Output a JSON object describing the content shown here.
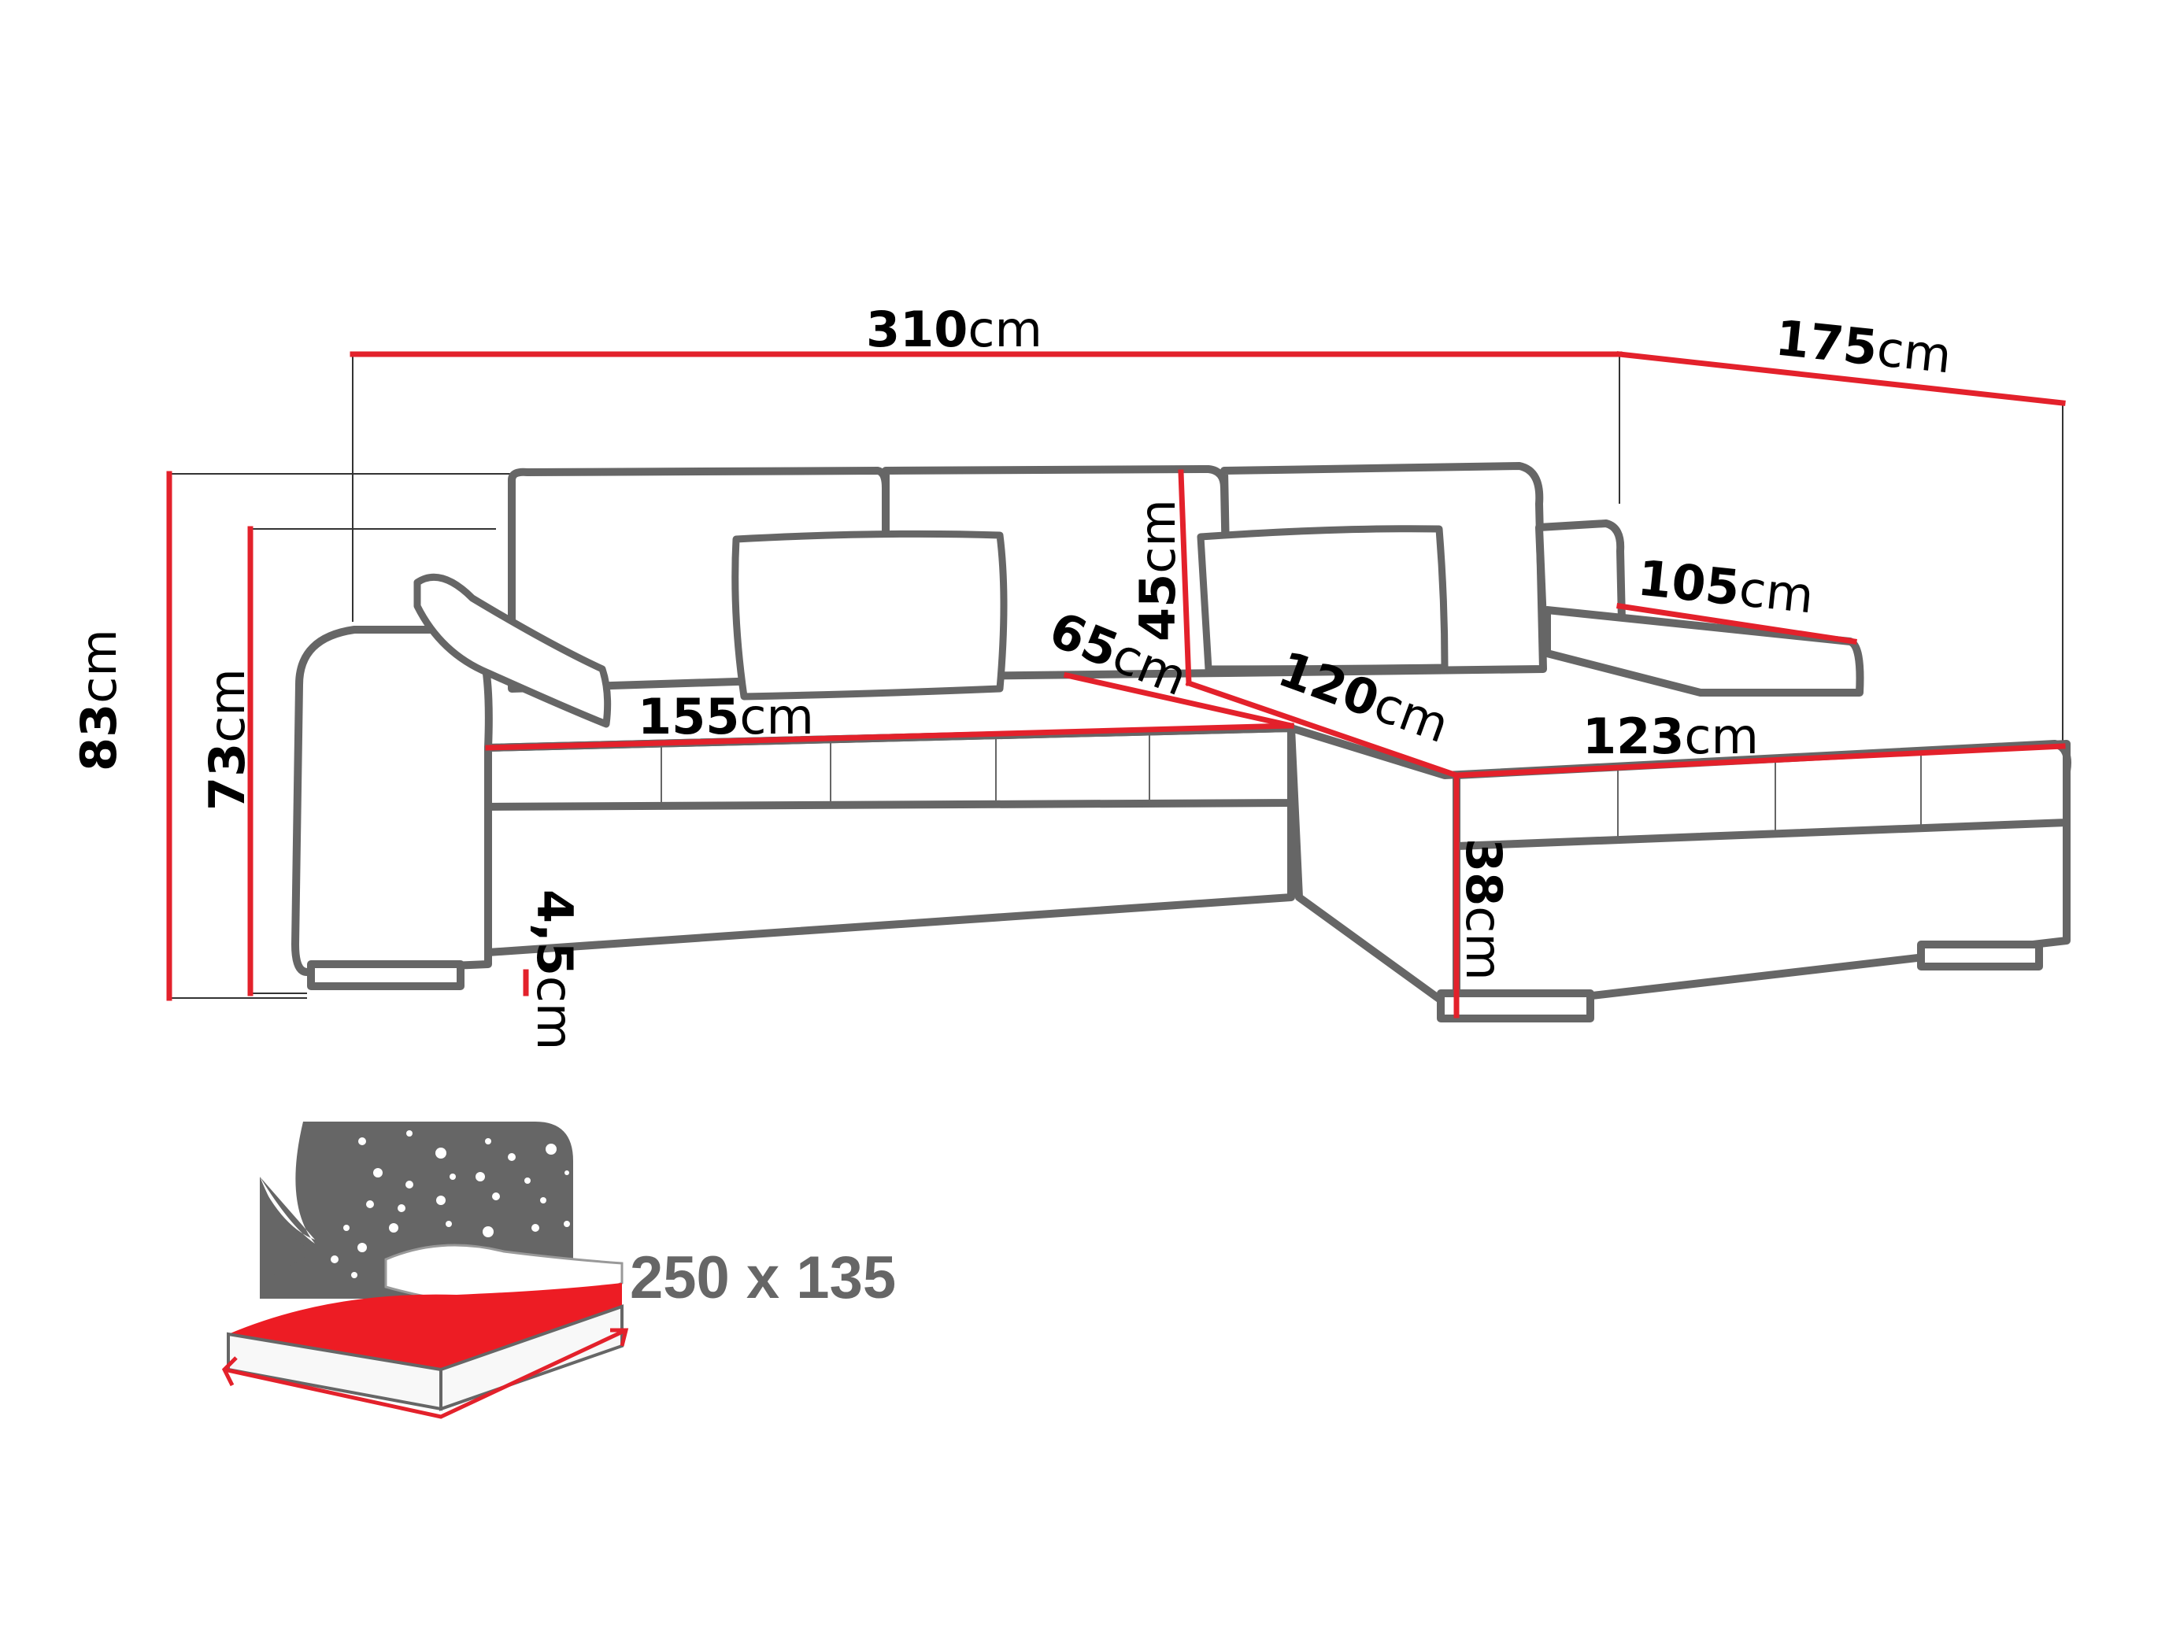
{
  "diagram": {
    "subject": "corner sofa bed dimensions",
    "colors": {
      "dimension_line": "#e3212b",
      "outline": "#666666",
      "text": "#000000",
      "bed_fill": "#ed1c24",
      "bed_panel": "#666666"
    },
    "unit": "cm",
    "dimensions": {
      "total_width": {
        "value": "310",
        "unit": "cm"
      },
      "chaise_depth": {
        "value": "175",
        "unit": "cm"
      },
      "chaise_top_width": {
        "value": "105",
        "unit": "cm"
      },
      "total_height": {
        "value": "83",
        "unit": "cm"
      },
      "backrest_height": {
        "value": "73",
        "unit": "cm"
      },
      "seat_width": {
        "value": "155",
        "unit": "cm"
      },
      "seat_depth": {
        "value": "65",
        "unit": "cm"
      },
      "back_cushion_height": {
        "value": "45",
        "unit": "cm"
      },
      "chaise_length": {
        "value": "120",
        "unit": "cm"
      },
      "chaise_seat_width": {
        "value": "123",
        "unit": "cm"
      },
      "seat_height": {
        "value": "38",
        "unit": "cm"
      },
      "leg_height": {
        "value": "4,5",
        "unit": "cm"
      }
    },
    "sleeping_area": {
      "icon": "bed-with-starry-night-icon",
      "label": "250 x 135"
    }
  }
}
